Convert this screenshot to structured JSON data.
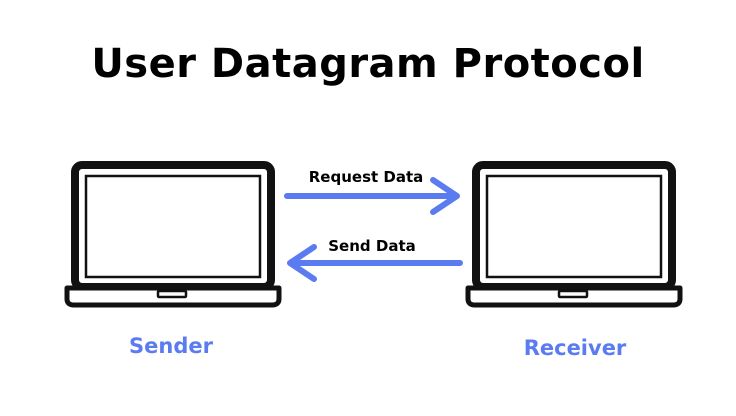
{
  "title": "User Datagram Protocol",
  "nodes": {
    "sender": {
      "label": "Sender"
    },
    "receiver": {
      "label": "Receiver"
    }
  },
  "arrows": {
    "request": {
      "label": "Request Data"
    },
    "send": {
      "label": "Send Data"
    }
  },
  "colors": {
    "accent": "#5b7bf0",
    "outline": "#111111",
    "text": "#000000"
  },
  "icons": [
    "laptop-icon",
    "arrow-right-icon",
    "arrow-left-icon"
  ]
}
